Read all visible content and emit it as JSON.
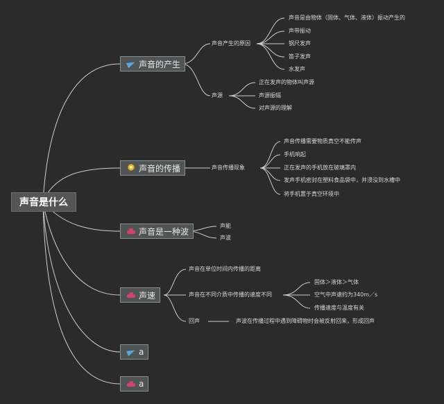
{
  "root": {
    "label": "声音是什么"
  },
  "topics": [
    {
      "label": "声音的产生",
      "icon": "plane-icon",
      "icon_color": "#5aa6e0"
    },
    {
      "label": "声音的传播",
      "icon": "medal-icon",
      "icon_color": "#e2b636"
    },
    {
      "label": "声音是一种波",
      "icon": "car-icon",
      "icon_color": "#d0426a"
    },
    {
      "label": "声速",
      "icon": "car-icon",
      "icon_color": "#d0426a"
    },
    {
      "label": "a",
      "icon": "plane-icon",
      "icon_color": "#5aa6e0"
    },
    {
      "label": "a",
      "icon": "car-icon",
      "icon_color": "#d0426a"
    }
  ],
  "production": {
    "cause": "声音产生的原因",
    "cause_items": [
      "声音是由物体（固体、气体、液体）振动产生的",
      "声带振动",
      "钢尺发声",
      "笛子发声",
      "水发声"
    ],
    "source": "声源",
    "source_items": [
      "正在发声的物体叫声源",
      "声源振幅",
      "对声源的理解"
    ]
  },
  "propagation": {
    "phenomenon": "声音传播现象",
    "items": [
      "声音传播需要物质真空不能传声",
      "手机响起",
      "正在发声的手机放在玻璃罩内",
      "发声手机密封在塑料食品袋中，并浸没到水槽中",
      "将手机置于真空环境中"
    ]
  },
  "wave": {
    "items": [
      "声能",
      "声波"
    ]
  },
  "speed": {
    "definition": "声音在单位时间内传播的距离",
    "media": "声音在不同介质中传播的速度不同",
    "media_items": [
      "固体＞液体＞气体",
      "空气中声速约为340m／s",
      "传播速度与温度有关"
    ],
    "echo": "回声",
    "echo_desc": "声波在传播过程中遇到障碍物时会被反射回来，形成回声"
  }
}
